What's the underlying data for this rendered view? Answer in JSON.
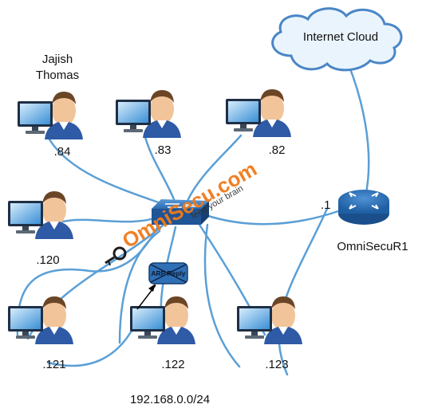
{
  "cloud": {
    "label": "Internet Cloud"
  },
  "router": {
    "label": "OmniSecuR1",
    "ip_label": ".1"
  },
  "user_name": {
    "line1": "Jajish",
    "line2": "Thomas"
  },
  "hosts": [
    {
      "label": ".84"
    },
    {
      "label": ".83"
    },
    {
      "label": ".82"
    },
    {
      "label": ".120"
    },
    {
      "label": ".121"
    },
    {
      "label": ".122"
    },
    {
      "label": ".123"
    }
  ],
  "packet": {
    "label": "ARP Reply"
  },
  "network": {
    "label": "192.168.0.0/24"
  },
  "watermark": {
    "brand": "OmniSecu.com",
    "tagline": "feed your brain"
  },
  "colors": {
    "cable": "#5a9fd6",
    "cloud_border": "#4a86c6",
    "cloud_fill": "#eaf4fd",
    "device": "#2f6fb5",
    "packet": "#2f6fb5",
    "watermark": "#f07a1a"
  }
}
